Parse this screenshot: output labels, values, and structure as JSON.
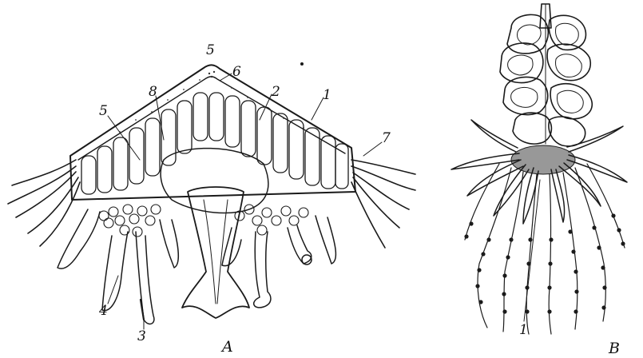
{
  "figure": {
    "panel_a": {
      "caption": "A",
      "labels": [
        "5",
        "6",
        "5",
        "8",
        "2",
        "1",
        "7",
        "4",
        "3"
      ]
    },
    "panel_b": {
      "caption": "B",
      "labels": [
        "1"
      ]
    }
  },
  "colors": {
    "ink": "#1a1a1a",
    "paper": "#ffffff"
  }
}
